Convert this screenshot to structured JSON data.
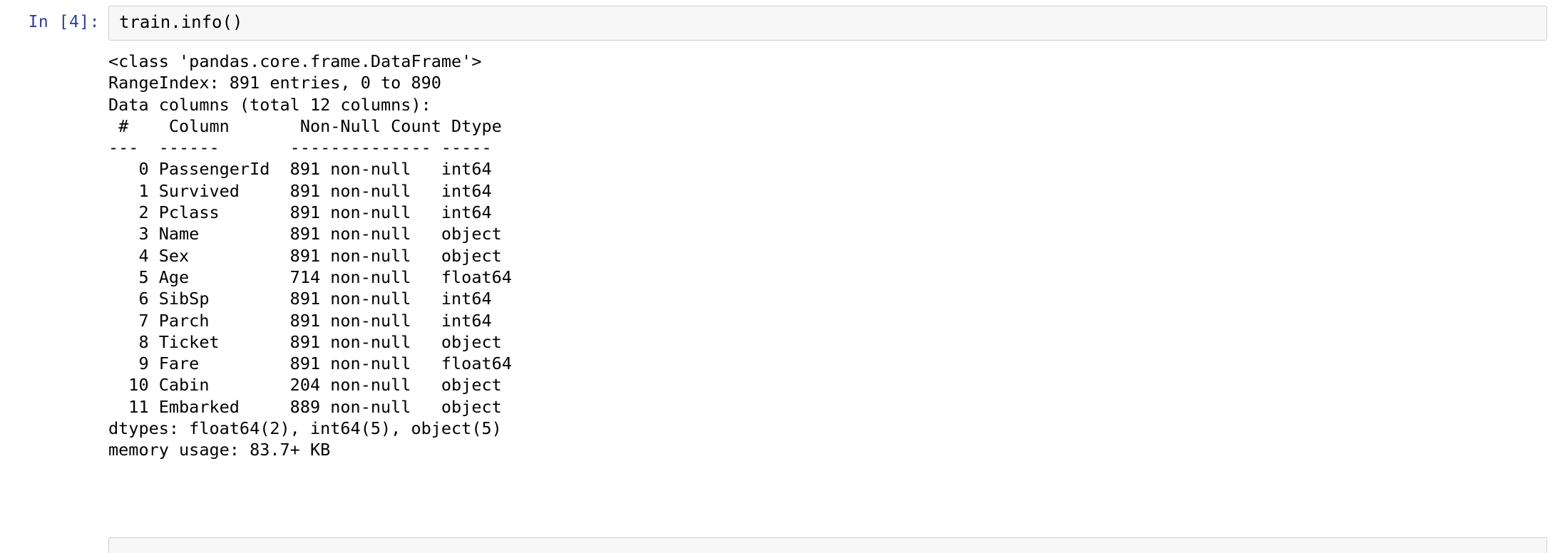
{
  "cell": {
    "prompt_label": "In [4]:",
    "code": "train.info()"
  },
  "output": {
    "class_line": "<class 'pandas.core.frame.DataFrame'>",
    "index_line": "RangeIndex: 891 entries, 0 to 890",
    "columns_line": "Data columns (total 12 columns):",
    "header": {
      "num": " # ",
      "column": "Column",
      "non_null": "Non-Null Count",
      "dtype": "Dtype"
    },
    "separator": {
      "num": "---",
      "column": "------",
      "non_null": "--------------",
      "dtype": "-----"
    },
    "rows": [
      {
        "num": "0",
        "column": "PassengerId",
        "non_null": "891 non-null",
        "dtype": "int64"
      },
      {
        "num": "1",
        "column": "Survived",
        "non_null": "891 non-null",
        "dtype": "int64"
      },
      {
        "num": "2",
        "column": "Pclass",
        "non_null": "891 non-null",
        "dtype": "int64"
      },
      {
        "num": "3",
        "column": "Name",
        "non_null": "891 non-null",
        "dtype": "object"
      },
      {
        "num": "4",
        "column": "Sex",
        "non_null": "891 non-null",
        "dtype": "object"
      },
      {
        "num": "5",
        "column": "Age",
        "non_null": "714 non-null",
        "dtype": "float64"
      },
      {
        "num": "6",
        "column": "SibSp",
        "non_null": "891 non-null",
        "dtype": "int64"
      },
      {
        "num": "7",
        "column": "Parch",
        "non_null": "891 non-null",
        "dtype": "int64"
      },
      {
        "num": "8",
        "column": "Ticket",
        "non_null": "891 non-null",
        "dtype": "object"
      },
      {
        "num": "9",
        "column": "Fare",
        "non_null": "891 non-null",
        "dtype": "float64"
      },
      {
        "num": "10",
        "column": "Cabin",
        "non_null": "204 non-null",
        "dtype": "object"
      },
      {
        "num": "11",
        "column": "Embarked",
        "non_null": "889 non-null",
        "dtype": "object"
      }
    ],
    "dtypes_line": "dtypes: float64(2), int64(5), object(5)",
    "memory_line": "memory usage: 83.7+ KB"
  },
  "colors": {
    "prompt": "#303f9f",
    "cell_background": "#f7f7f7",
    "cell_border": "#cfcfcf",
    "text": "#000000",
    "page_background": "#ffffff"
  }
}
